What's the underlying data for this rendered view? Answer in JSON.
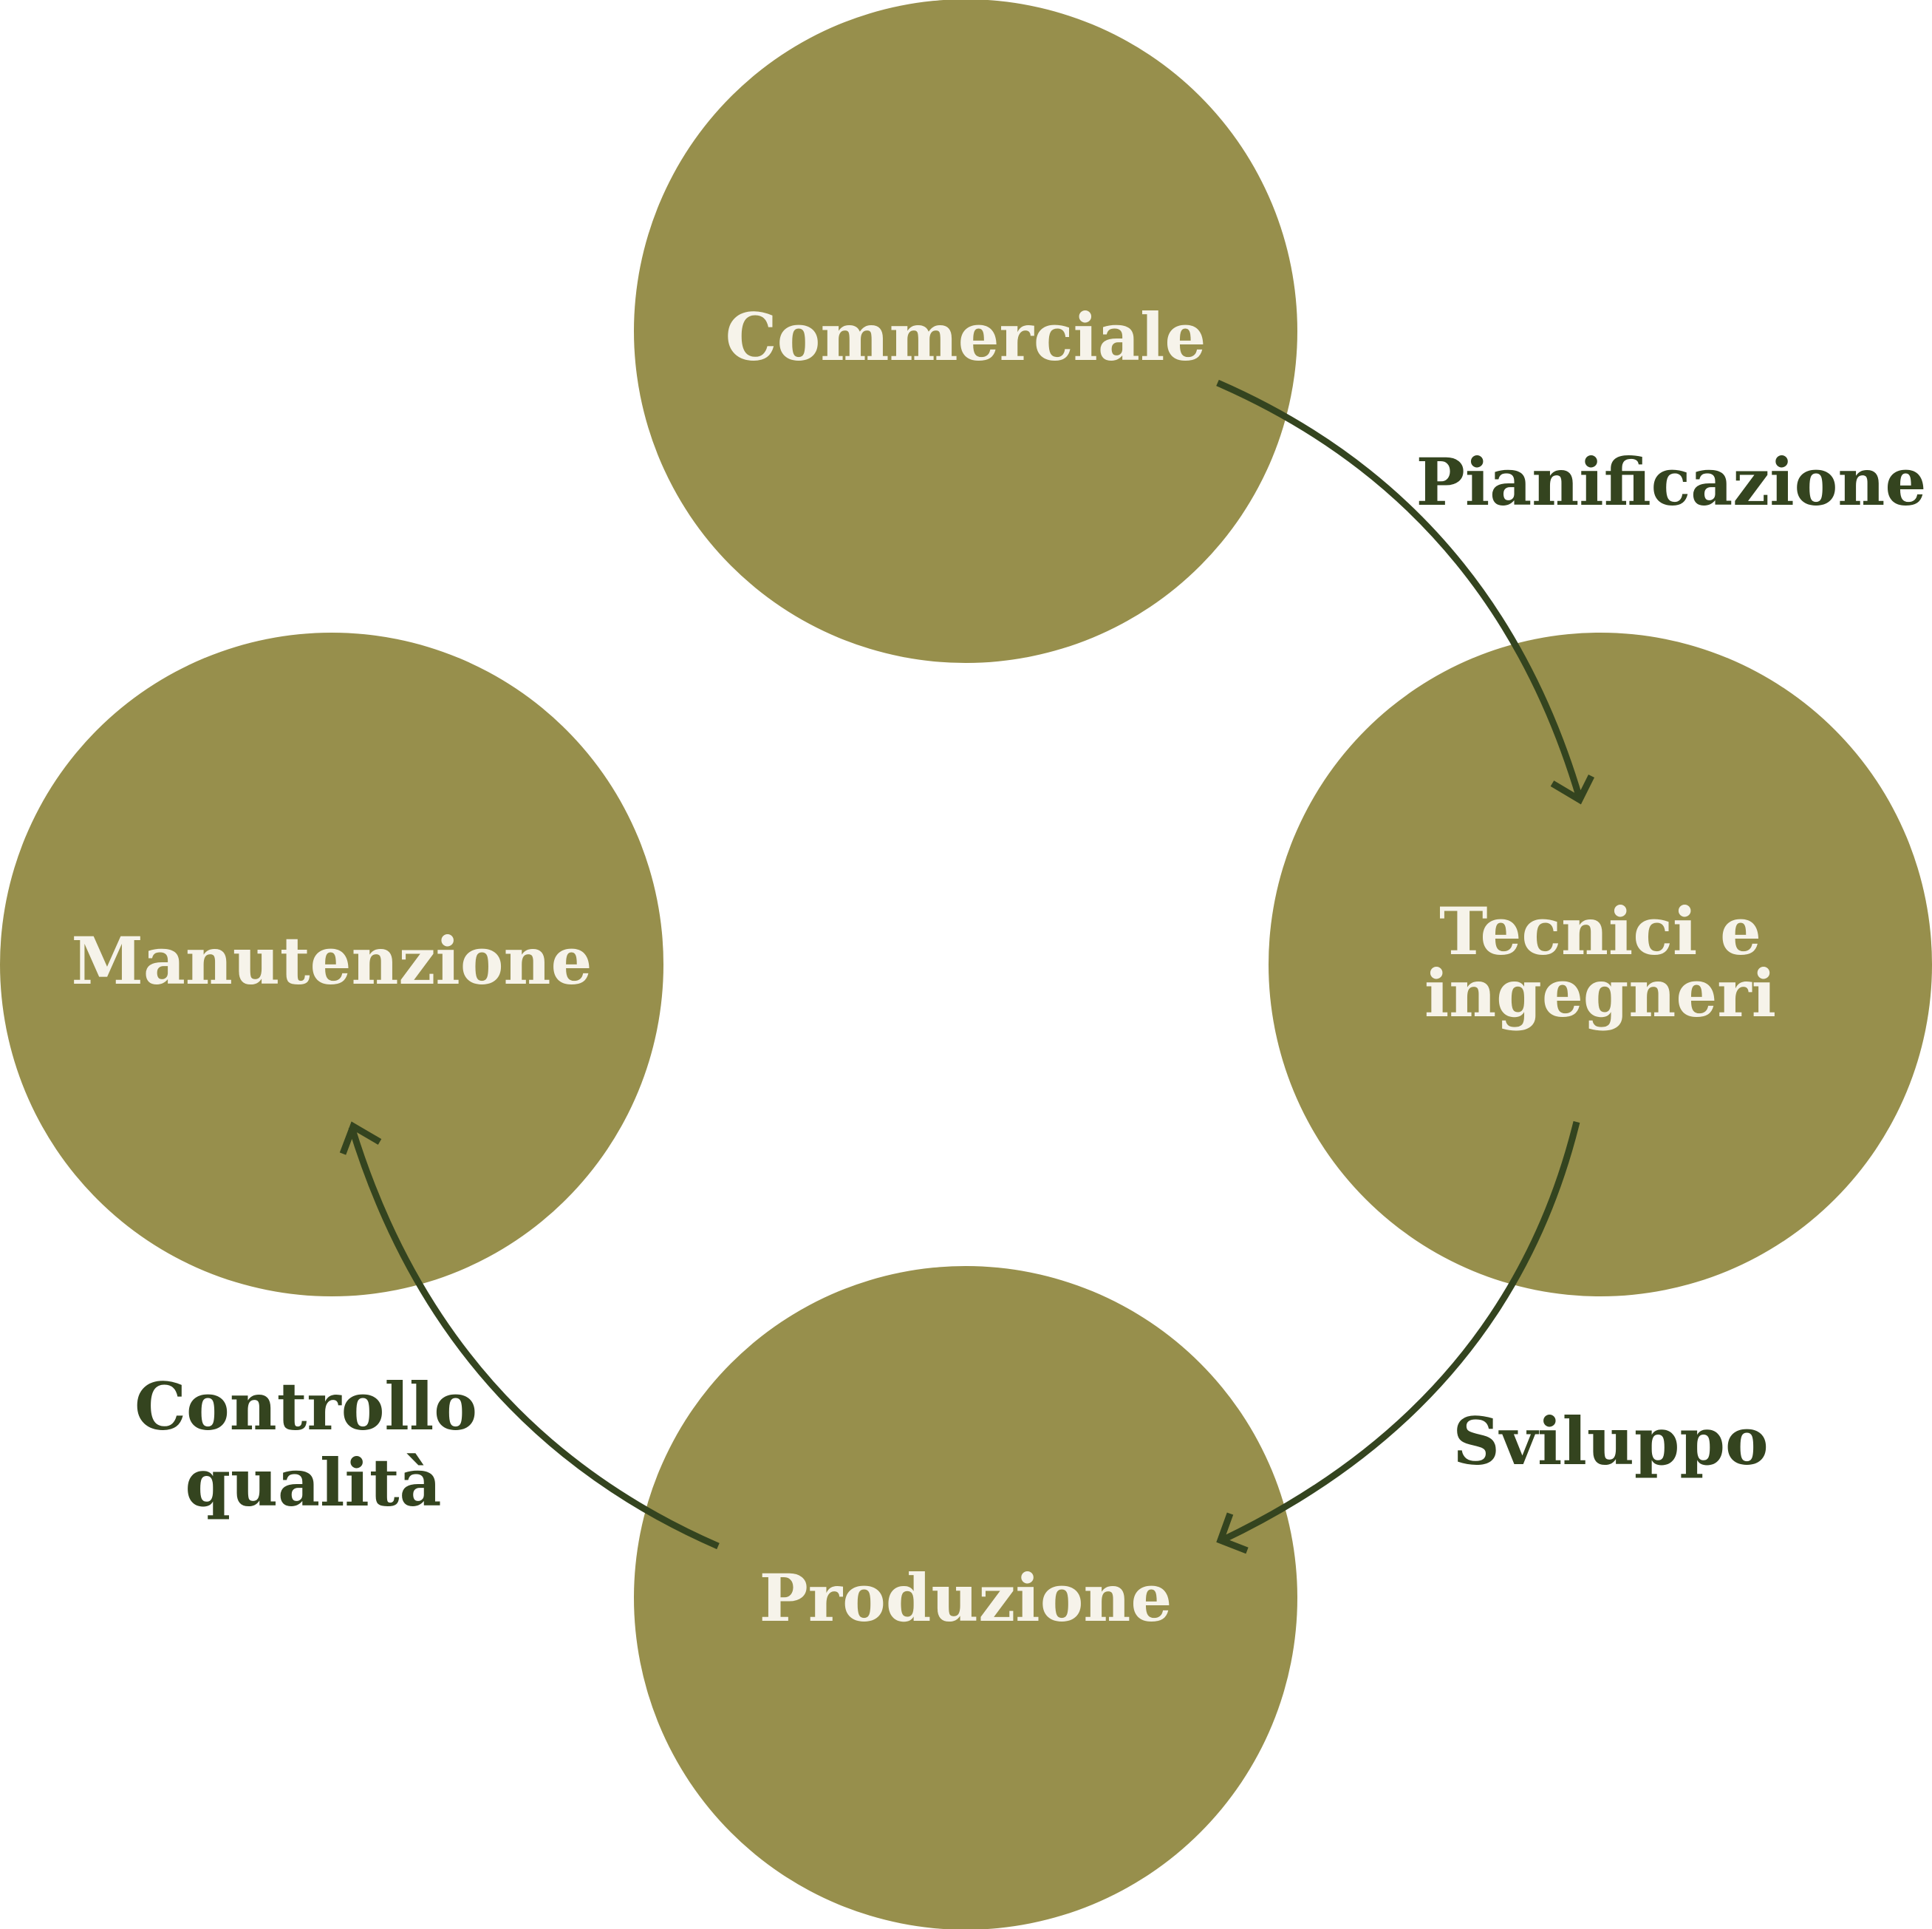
{
  "diagram": {
    "colors": {
      "node_fill": "#978f4c",
      "node_text": "#f6f3ea",
      "edge_and_label": "#34441f",
      "background": "#ffffff"
    },
    "nodes": {
      "commerciale": {
        "label": "Commerciale"
      },
      "tecnici": {
        "line1": "Tecnici e",
        "line2": "ingegneri"
      },
      "produzione": {
        "label": "Produzione"
      },
      "manutenzione": {
        "label": "Manutenzione"
      }
    },
    "edges": {
      "pianificazione": {
        "label": "Pianificazione",
        "from": "Commerciale",
        "to": "Tecnici e ingegneri"
      },
      "sviluppo": {
        "label": "Sviluppo",
        "from": "Tecnici e ingegneri",
        "to": "Produzione"
      },
      "controllo": {
        "line1": "Controllo",
        "line2": "qualità",
        "from": "Produzione",
        "to": "Manutenzione"
      }
    }
  }
}
